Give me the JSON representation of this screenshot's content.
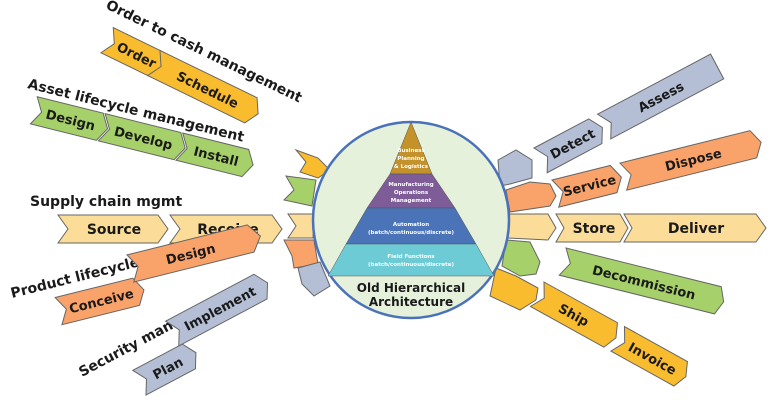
{
  "colors": {
    "orange_yellow": "#F9BC2E",
    "green": "#A6D06A",
    "light_yellow": "#FBDC98",
    "orange": "#F9A26A",
    "blue_gray": "#B4BFD5",
    "circle_fill": "#E6F1DC",
    "circle_stroke": "#4A72B8",
    "pyramid_gold": "#C4922A",
    "pyramid_purple": "#7D5C97",
    "pyramid_blue": "#4A73B8",
    "pyramid_cyan": "#6DCBD6"
  },
  "center": {
    "title_line1": "Old Hierarchical",
    "title_line2": "Architecture",
    "pyramid": [
      {
        "lines": [
          "Business",
          "Planning",
          "& Logistics"
        ]
      },
      {
        "lines": [
          "Manufacturing",
          "Operations",
          "Management"
        ]
      },
      {
        "lines": [
          "Automation",
          "(batch/continuous/discrete)"
        ]
      },
      {
        "lines": [
          "Field Functions",
          "(batch/continuous/discrete)"
        ]
      }
    ]
  },
  "processes": [
    {
      "label": "Order to cash management",
      "color": "orange_yellow",
      "left_steps": [
        "Order",
        "Schedule"
      ],
      "right_steps": [
        "Ship",
        "Invoice"
      ]
    },
    {
      "label": "Asset lifecycle management",
      "color": "green",
      "left_steps": [
        "Design",
        "Develop",
        "Install"
      ],
      "right_steps": [
        "Decommission"
      ]
    },
    {
      "label": "Supply chain mgmt",
      "color": "light_yellow",
      "left_steps": [
        "Source",
        "Receive"
      ],
      "right_steps": [
        "Store",
        "Deliver"
      ]
    },
    {
      "label": "Product lifecycle mgmt",
      "color": "orange",
      "left_steps": [
        "Conceive",
        "Design"
      ],
      "right_steps": [
        "Service",
        "Dispose"
      ]
    },
    {
      "label": "Security management",
      "color": "blue_gray",
      "left_steps": [
        "Plan",
        "Implement"
      ],
      "right_steps": [
        "Detect",
        "Assess"
      ]
    }
  ]
}
